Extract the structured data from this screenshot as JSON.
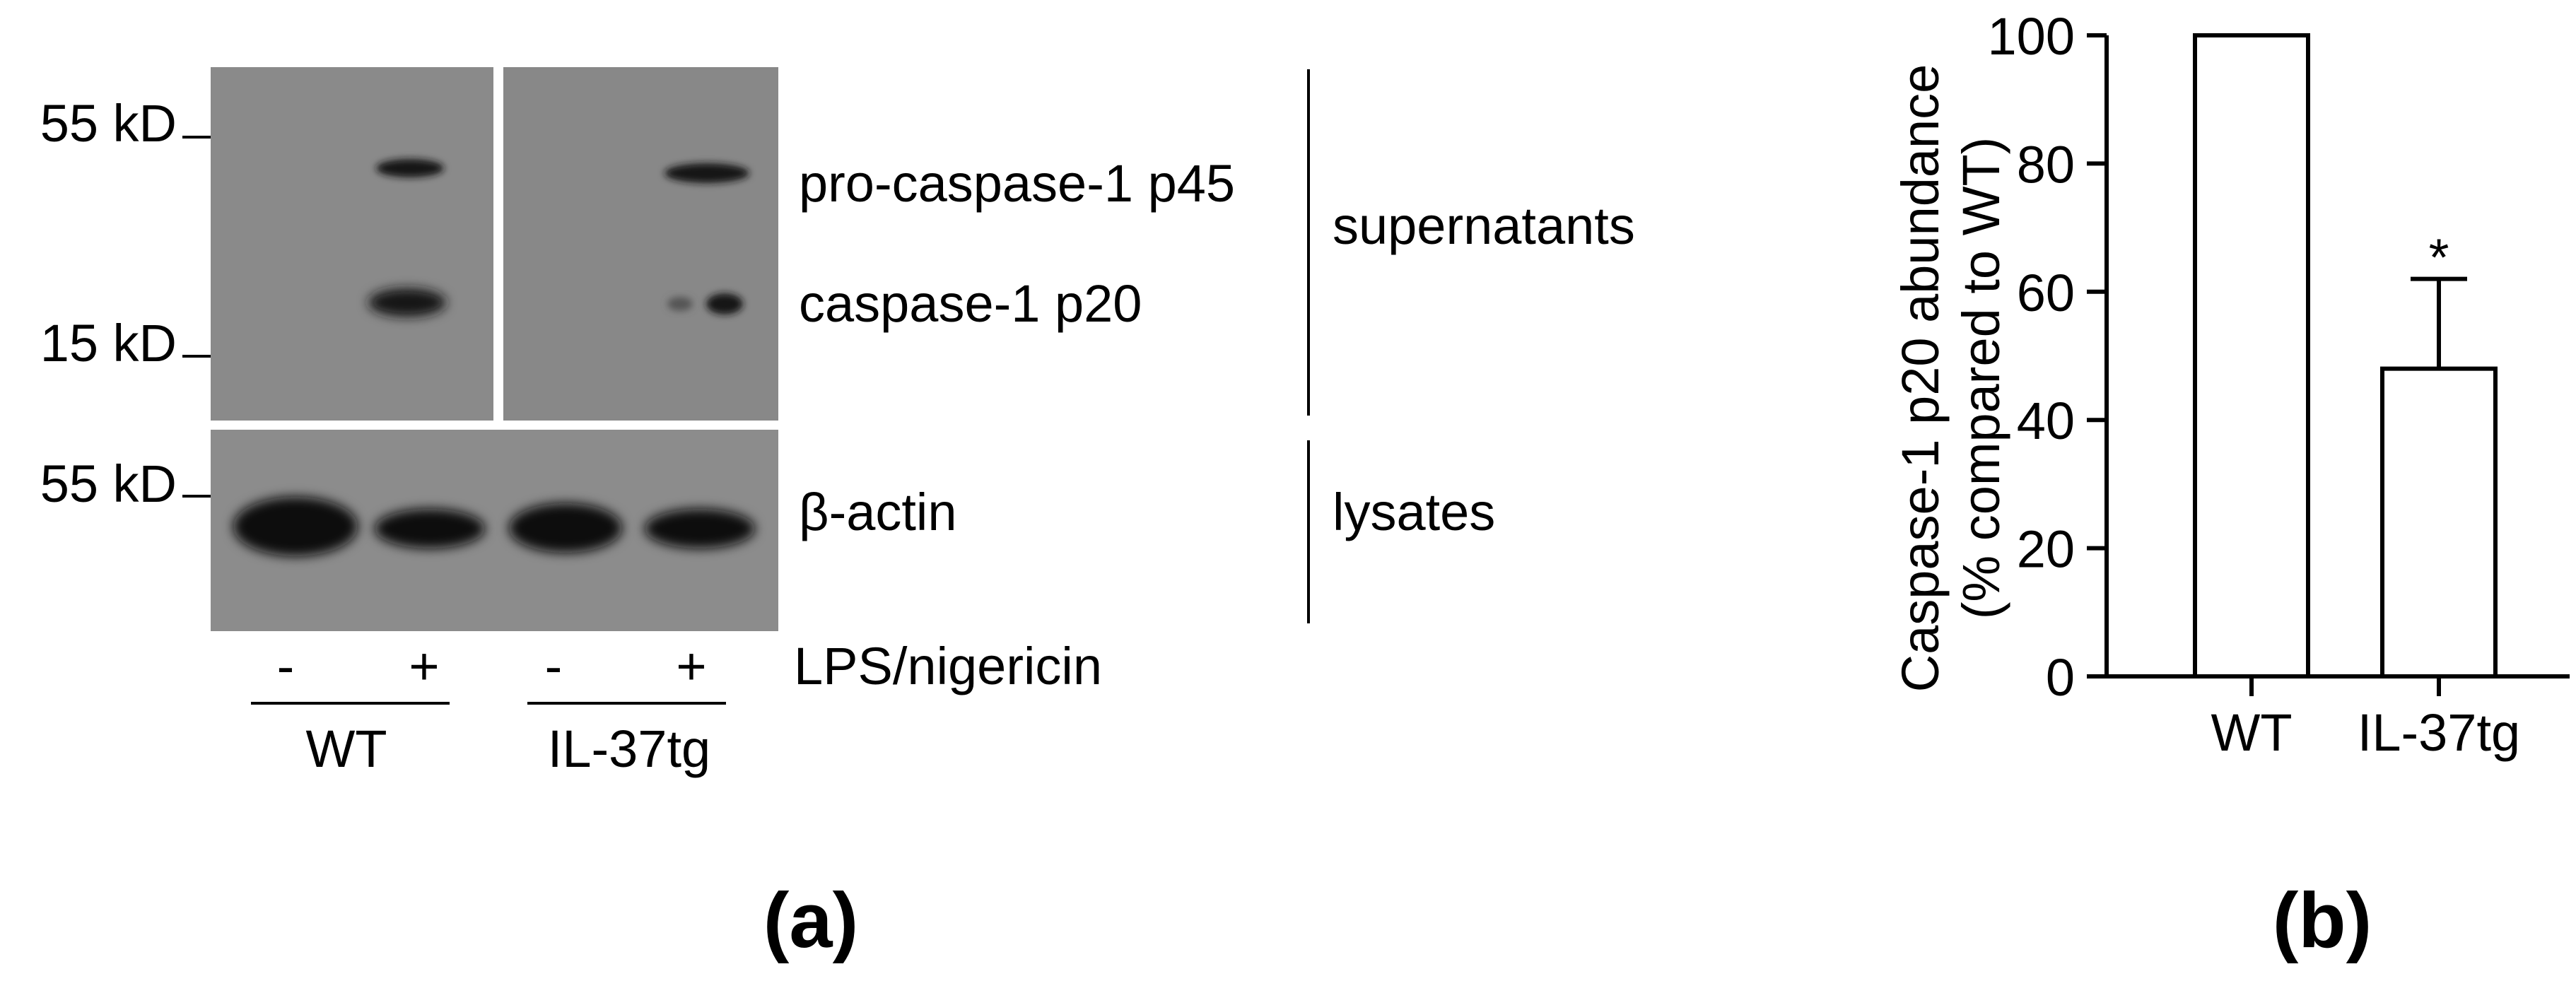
{
  "panel_a": {
    "panel_label": "(a)",
    "markers": [
      "55 kD",
      "15 kD",
      "55 kD"
    ],
    "band_labels": {
      "p45": "pro-caspase-1 p45",
      "p20": "caspase-1 p20",
      "actin": "β-actin"
    },
    "section_labels": {
      "supernatants": "supernatants",
      "lysates": "lysates"
    },
    "lanes": [
      "-",
      "+",
      "-",
      "+"
    ],
    "treatment": "LPS/nigericin",
    "groups": [
      "WT",
      "IL-37tg"
    ]
  },
  "panel_b": {
    "panel_label": "(b)"
  },
  "chart_data": {
    "type": "bar",
    "categories": [
      "WT",
      "IL-37tg"
    ],
    "values": [
      100,
      48
    ],
    "error_bars": [
      null,
      14
    ],
    "annotations": [
      "",
      "*"
    ],
    "ylabel_line1": "Caspase-1 p20 abundance",
    "ylabel_line2": "(% compared to WT)",
    "xlabel": "",
    "ylim": [
      0,
      100
    ],
    "yticks": [
      "0",
      "20",
      "40",
      "60",
      "80",
      "100"
    ],
    "bar_fill": "#ffffff",
    "bar_stroke": "#000000",
    "grid": false,
    "legend": "none"
  },
  "colors": {
    "blot_background": "#8a8a8a",
    "band": "#111111",
    "ink": "#000000"
  }
}
